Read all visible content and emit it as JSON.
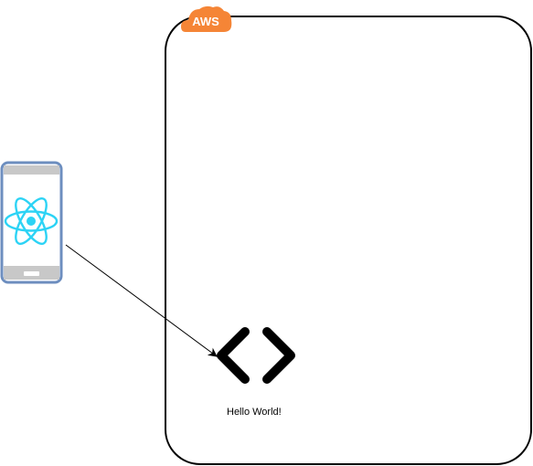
{
  "diagram": {
    "cloud_group": {
      "badge_text": "AWS",
      "badge_icon": "aws-cloud-icon",
      "badge_color": "#F58536"
    },
    "mobile_client": {
      "icon": "react-native-phone-icon",
      "frame_color": "#6D8EBF",
      "logo_color": "#2CD3F5"
    },
    "function_node": {
      "icon": "code-brackets-icon",
      "label": "Hello World!"
    },
    "edges": [
      {
        "from": "mobile_client",
        "to": "function_node",
        "style": "arrow"
      }
    ]
  }
}
